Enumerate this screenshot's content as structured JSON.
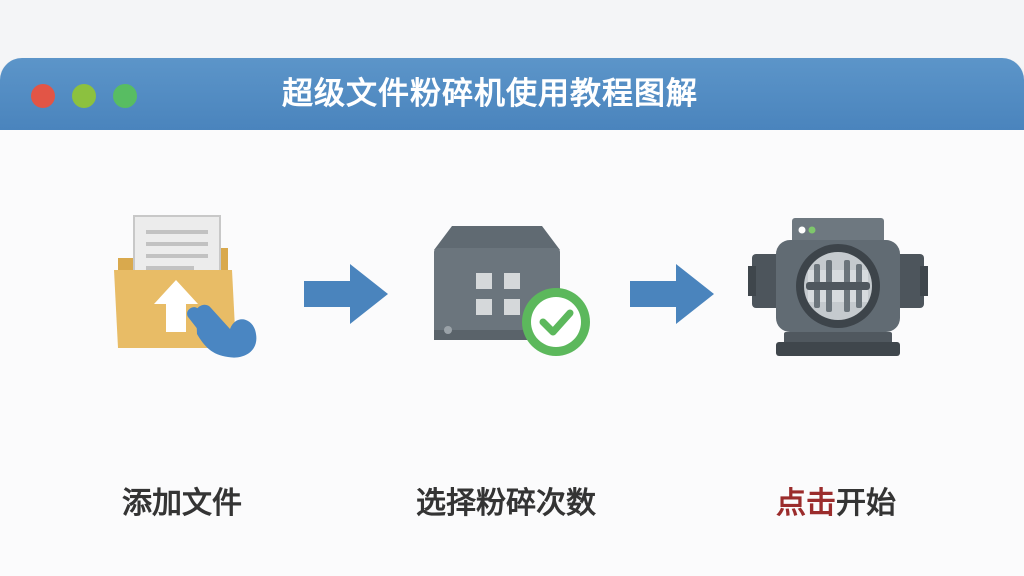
{
  "window": {
    "title": "超级文件粉碎机使用教程图解"
  },
  "steps": [
    {
      "label": "添加文件",
      "icon": "folder-upload-icon"
    },
    {
      "label": "选择粉碎次数",
      "icon": "shield-check-icon"
    },
    {
      "label_accent": "点击",
      "label_rest": "开始",
      "icon": "shredder-icon"
    }
  ],
  "colors": {
    "titlebar": "#4a84bd",
    "arrow": "#4a84bd",
    "accent_text": "#9b2c2c",
    "check": "#5cb85c"
  }
}
